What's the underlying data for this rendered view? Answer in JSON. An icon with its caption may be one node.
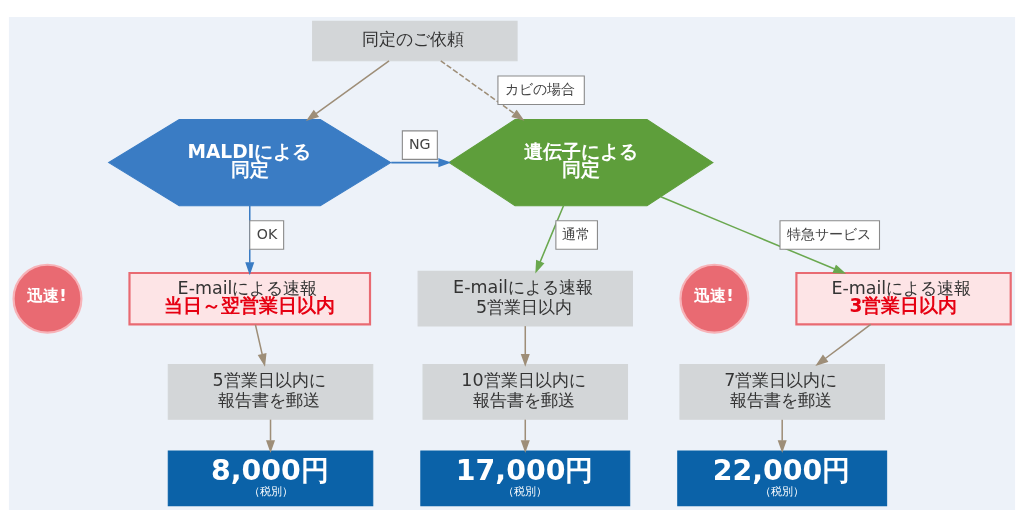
{
  "diagram": {
    "nodes": [
      {
        "text": [
          "同定のご依頼"
        ]
      },
      {
        "text": [
          "MALDIによる同定"
        ]
      },
      {
        "text": [
          "遺伝子による同定"
        ]
      },
      {
        "text": [
          "迅速!"
        ]
      },
      {
        "text": [
          "E-mailによる速報",
          "当日～翌営業日以内"
        ]
      },
      {
        "text": [
          "E-mailによる速報 5営業日以内"
        ]
      },
      {
        "text": [
          "迅速!"
        ]
      },
      {
        "text": [
          "E-mailによる速報",
          "3営業日以内"
        ]
      },
      {
        "text": [
          "5営業日以内に報告書を郵送"
        ]
      },
      {
        "text": [
          "10営業日以内に報告書を郵送"
        ]
      },
      {
        "text": [
          "7営業日以内に報告書を郵送"
        ]
      },
      {
        "text": [
          "8,000円",
          "（税別）"
        ]
      },
      {
        "text": [
          "17,000円",
          "（税別）"
        ]
      },
      {
        "text": [
          "22,000円",
          "（税別）"
        ]
      }
    ],
    "edges": [
      {
        "from": 0,
        "to": 1,
        "arrow": "to"
      },
      {
        "from": 0,
        "to": 2,
        "arrow": "to",
        "label": "カビの場合",
        "style": "dashed"
      },
      {
        "from": 1,
        "to": 2,
        "arrow": "to",
        "label": "NG",
        "color": "#3a7cc4"
      },
      {
        "from": 1,
        "to": 4,
        "arrow": "to",
        "label": "OK",
        "color": "#3a7cc4"
      },
      {
        "from": 2,
        "to": 5,
        "arrow": "to",
        "label": "通常",
        "color": "#6aa84f"
      },
      {
        "from": 2,
        "to": 7,
        "arrow": "to",
        "label": "特急サービス",
        "color": "#6aa84f"
      },
      {
        "from": 4,
        "to": 8,
        "arrow": "to"
      },
      {
        "from": 5,
        "to": 9,
        "arrow": "to"
      },
      {
        "from": 7,
        "to": 10,
        "arrow": "to"
      },
      {
        "from": 8,
        "to": 11,
        "arrow": "to"
      },
      {
        "from": 9,
        "to": 12,
        "arrow": "to"
      },
      {
        "from": 10,
        "to": 13,
        "arrow": "to"
      }
    ]
  }
}
